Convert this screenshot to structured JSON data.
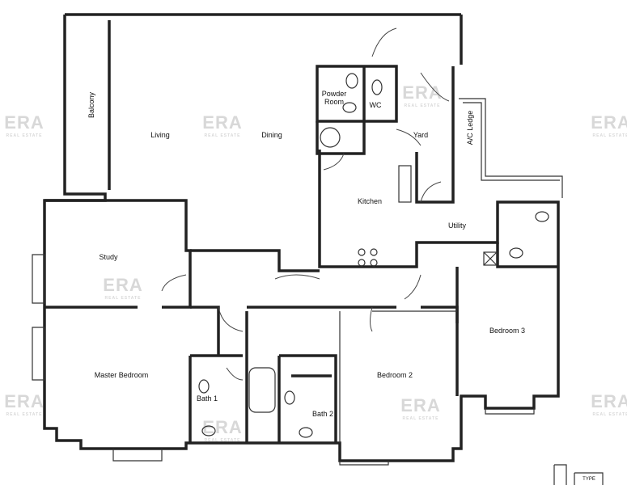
{
  "plan": {
    "rooms": {
      "balcony": "Balcony",
      "living": "Living",
      "dining": "Dining",
      "powder_room": "Powder Room",
      "wc": "WC",
      "yard": "Yard",
      "ac_ledge": "A/C Ledge",
      "kitchen": "Kitchen",
      "utility": "Utility",
      "study": "Study",
      "bedroom3": "Bedroom 3",
      "master_bedroom": "Master Bedroom",
      "bedroom2": "Bedroom 2",
      "bath1": "Bath 1",
      "bath2": "Bath 2"
    },
    "key_plan_label": "TYPE",
    "watermark": {
      "logo": "ERA",
      "tagline": "REAL ESTATE"
    },
    "colors": {
      "wall": "#222222",
      "watermark": "#d8d8d8"
    }
  }
}
